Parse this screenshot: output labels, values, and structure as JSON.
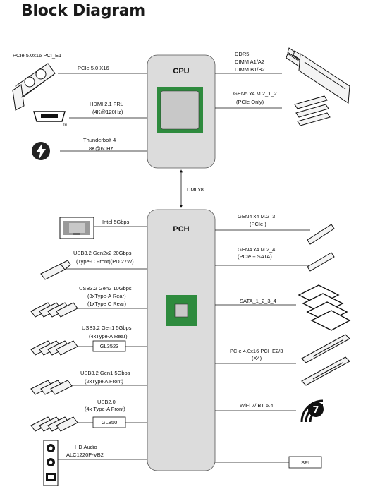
{
  "title": "Block Diagram",
  "cpu": {
    "label": "CPU",
    "left": {
      "pcie_slot": "PCIe 5.0x16 PCI_E1",
      "pcie": "PCIe 5.0 X16",
      "hdmi_1": "HDMI 2.1 FRL",
      "hdmi_2": "(4K@120Hz)",
      "tb_1": "Thunderbolt 4",
      "tb_2": "8K@60Hz"
    },
    "right": {
      "ddr_1": "DDR5",
      "ddr_2": "DIMM A1/A2",
      "ddr_3": "DIMM B1/B2",
      "m2_1": "GEN5 x4 M.2_1_2",
      "m2_2": "(PCIe Only)"
    }
  },
  "dmi": "DMI x8",
  "pch": {
    "label": "PCH",
    "left": {
      "lan": "Intel 5Gbps",
      "usb_c_1": "USB3.2 Gen2x2 20Gbps",
      "usb_c_2": "(Type-C Front)(PD 27W)",
      "usb_g2_1": "USB3.2 Gen2 10Gbps",
      "usb_g2_2": "(3xType-A Rear)",
      "usb_g2_3": "(1xType C Rear)",
      "usb_g1r_1": "USB3.2 Gen1 5Gbps",
      "usb_g1r_2": "(4xType-A Rear)",
      "hub1": "GL3523",
      "usb_g1f_1": "USB3.2 Gen1 5Gbps",
      "usb_g1f_2": "(2xType A Front)",
      "usb2_1": "USB2.0",
      "usb2_2": "(4x Type-A Front)",
      "hub2": "GL850",
      "audio_1": "HD Audio",
      "audio_2": "ALC1220P-VB2"
    },
    "right": {
      "m2_3_1": "GEN4 x4 M.2_3",
      "m2_3_2": "(PCIe )",
      "m2_4_1": "GEN4 x4 M.2_4",
      "m2_4_2": "(PCIe + SATA)",
      "sata": "SATA_1_2_3_4",
      "pcie_1": "PCIe 4.0x16 PCI_E2/3",
      "pcie_2": "(X4)",
      "wifi": "WiFi 7/ BT 5.4",
      "spi": "SPI"
    }
  },
  "colors": {
    "hub_fill": "#dcdcdc",
    "hub_stroke": "#555555",
    "chip_green": "#2e8b3e",
    "chip_core": "#c8c8c8"
  }
}
